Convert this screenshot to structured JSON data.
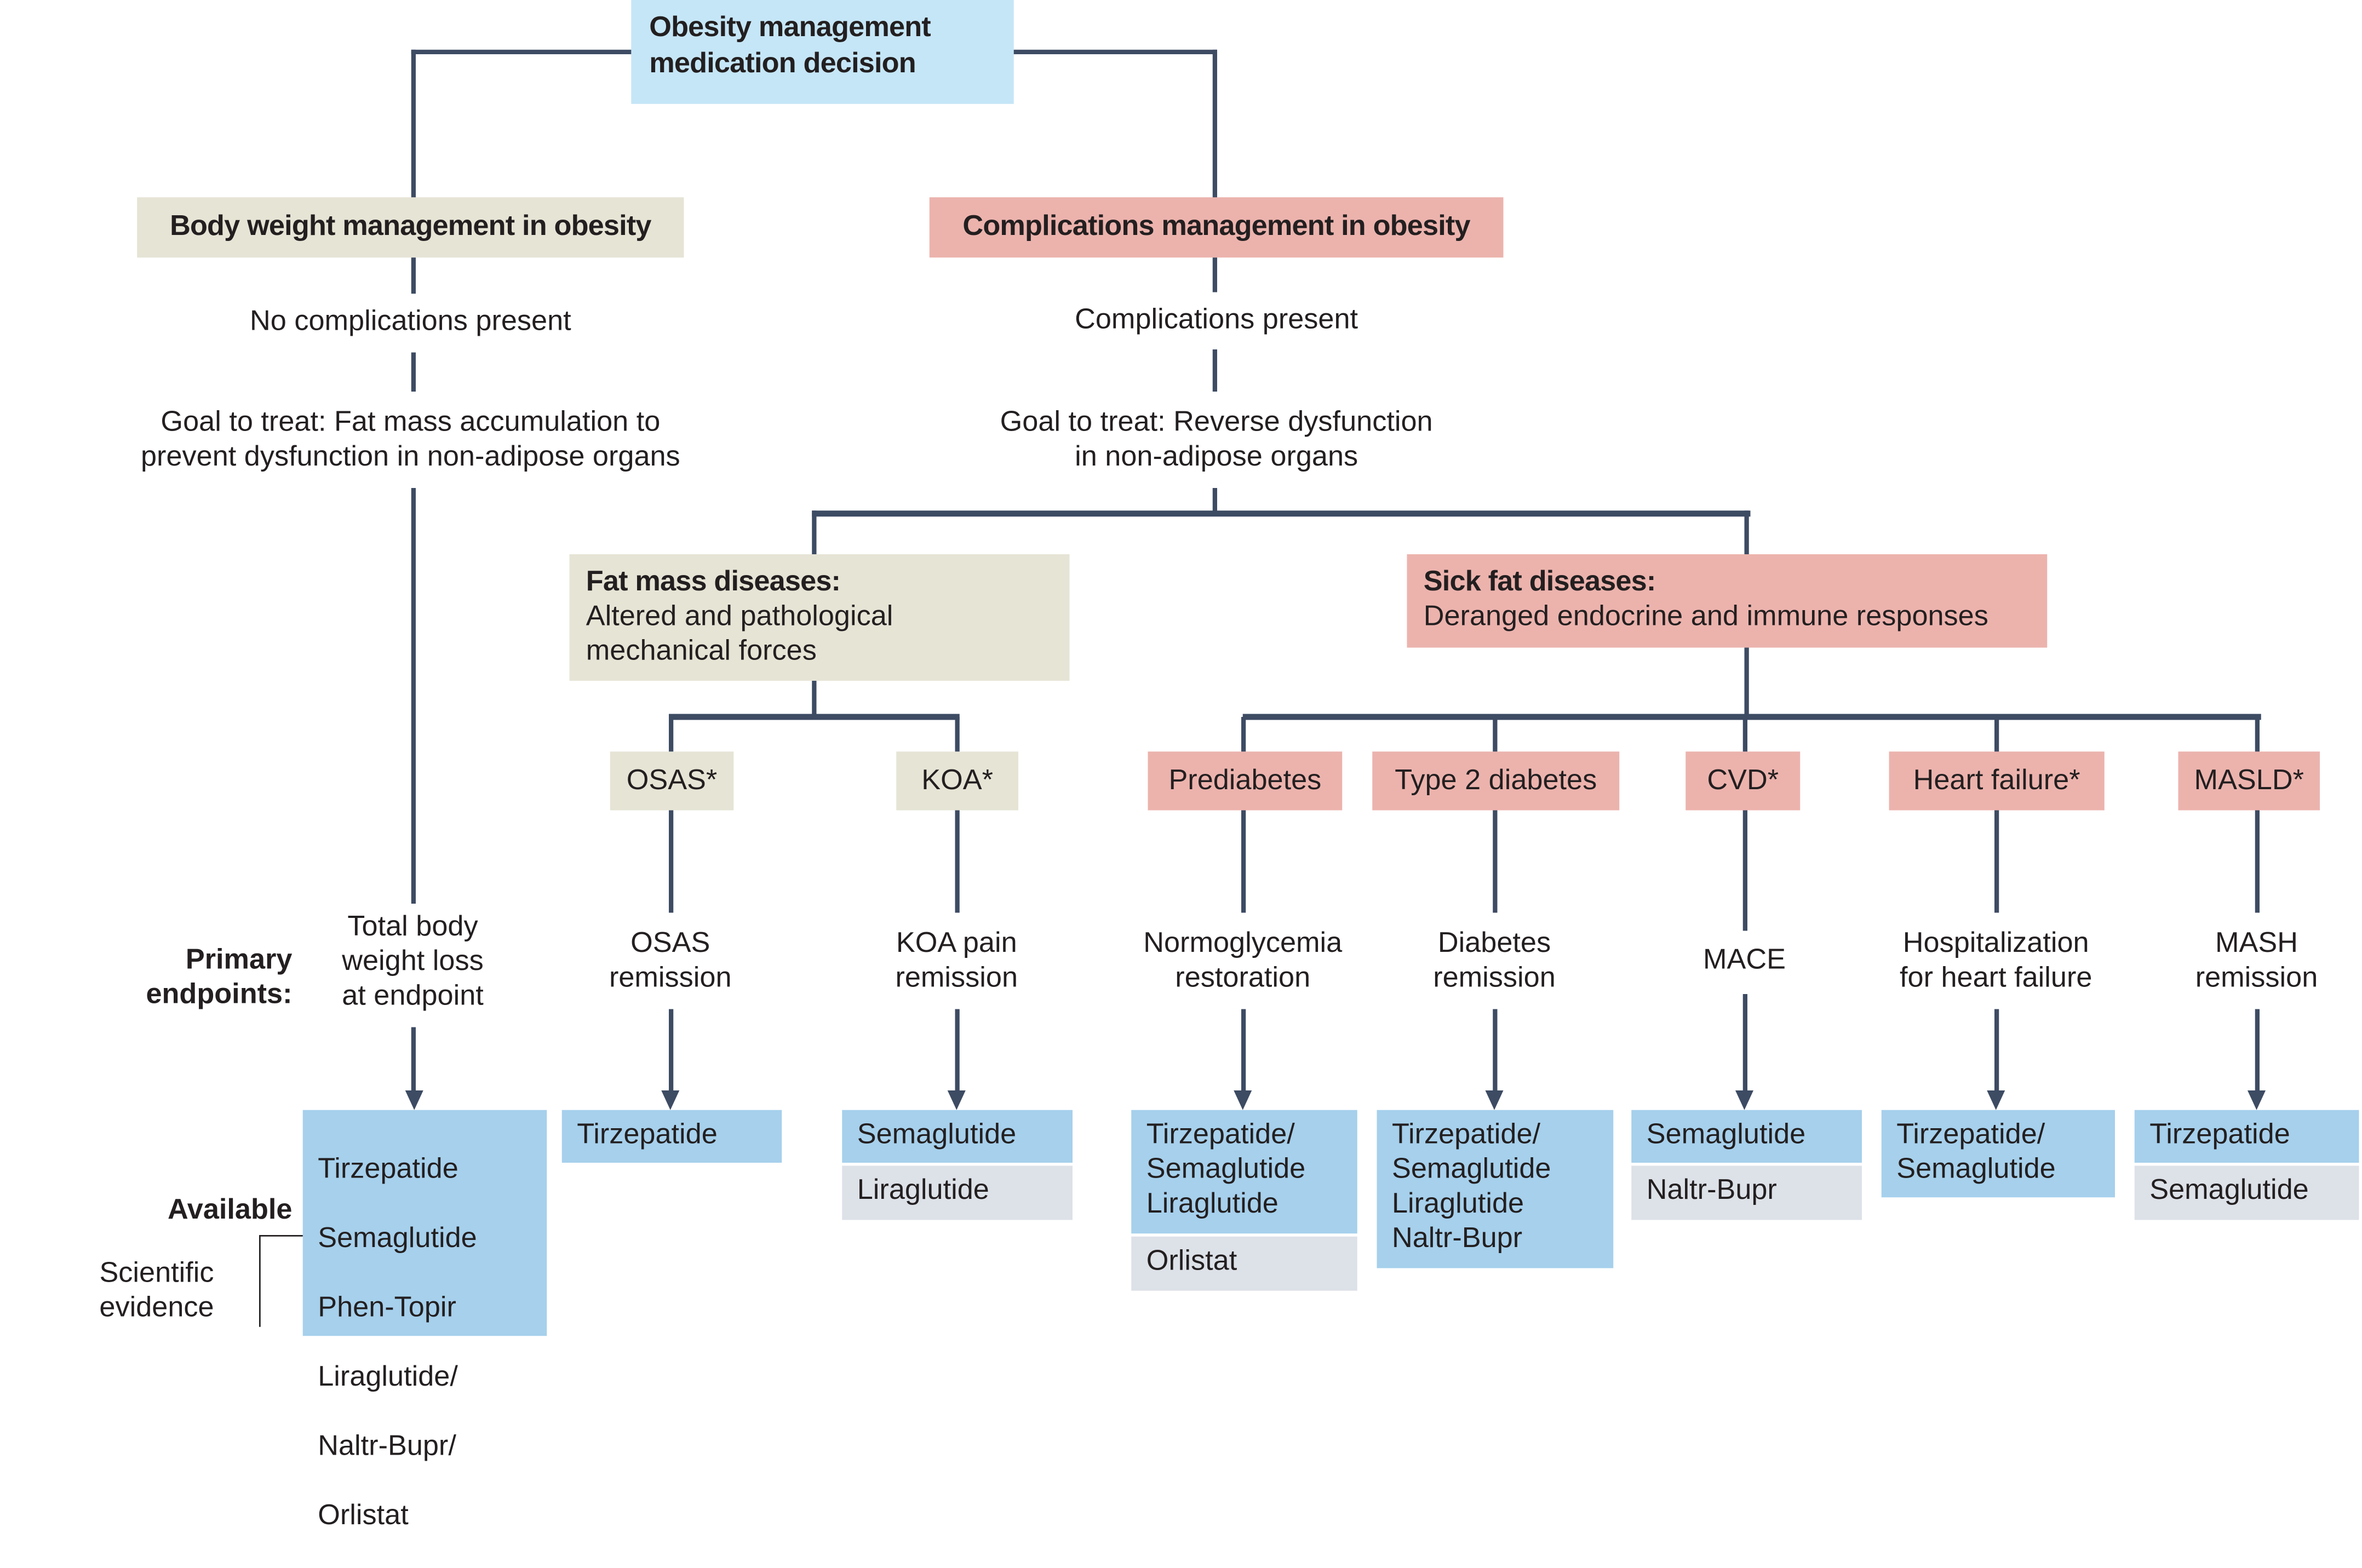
{
  "title": "Obesity management medication decision",
  "title_lines": [
    "Obesity management",
    "medication decision"
  ],
  "colors": {
    "root": "#c5e6f7",
    "fat_mass": "#e6e4d5",
    "sick_fat": "#ecb3ad",
    "drug_primary": "#a6d0ec",
    "drug_secondary": "#dde1e8",
    "connector": "#3d4b63"
  },
  "branches": {
    "body_weight": {
      "label": "Body weight management in obesity",
      "condition": "No complications present",
      "goal_lines": [
        "Goal to treat: Fat mass accumulation to",
        "prevent dysfunction in non-adipose organs"
      ],
      "endpoint_lines": [
        "Total body",
        "weight loss",
        "at endpoint"
      ],
      "available": [
        "Tirzepatide",
        "Semaglutide",
        "Phen-Topir",
        "Liraglutide/",
        "Naltr-Bupr/",
        "Orlistat"
      ]
    },
    "complications": {
      "label": "Complications management in obesity",
      "condition": "Complications present",
      "goal_lines": [
        "Goal to treat: Reverse dysfunction",
        "in non-adipose organs"
      ]
    }
  },
  "categories": {
    "fat_mass": {
      "title": "Fat mass diseases:",
      "desc_lines": [
        "Altered and pathological",
        "mechanical forces"
      ]
    },
    "sick_fat": {
      "title": "Sick fat diseases:",
      "desc_lines": [
        "Deranged endocrine and immune responses"
      ]
    }
  },
  "diseases": [
    {
      "name": "OSAS*",
      "endpoint": [
        "OSAS",
        "remission"
      ],
      "primary": "Tirzepatide",
      "secondary": ""
    },
    {
      "name": "KOA*",
      "endpoint": [
        "KOA pain",
        "remission"
      ],
      "primary": "Semaglutide",
      "secondary": "Liraglutide"
    },
    {
      "name": "Prediabetes",
      "endpoint": [
        "Normoglycemia",
        "restoration"
      ],
      "primary": "Tirzepatide/\nSemaglutide\nLiraglutide",
      "secondary": "Orlistat"
    },
    {
      "name": "Type 2 diabetes",
      "endpoint": [
        "Diabetes",
        "remission"
      ],
      "primary": "Tirzepatide/\nSemaglutide\nLiraglutide\nNaltr-Bupr",
      "secondary": ""
    },
    {
      "name": "CVD*",
      "endpoint": [
        "MACE"
      ],
      "primary": "Semaglutide",
      "secondary": "Naltr-Bupr"
    },
    {
      "name": "Heart failure*",
      "endpoint": [
        "Hospitalization",
        "for heart failure"
      ],
      "primary": "Tirzepatide/\nSemaglutide",
      "secondary": ""
    },
    {
      "name": "MASLD*",
      "endpoint": [
        "MASH",
        "remission"
      ],
      "primary": "Tirzepatide",
      "secondary": "Semaglutide"
    }
  ],
  "row_labels": {
    "primary_endpoints": [
      "Primary",
      "endpoints:"
    ],
    "available": "Available",
    "scientific_evidence": [
      "Scientific",
      "evidence"
    ]
  }
}
